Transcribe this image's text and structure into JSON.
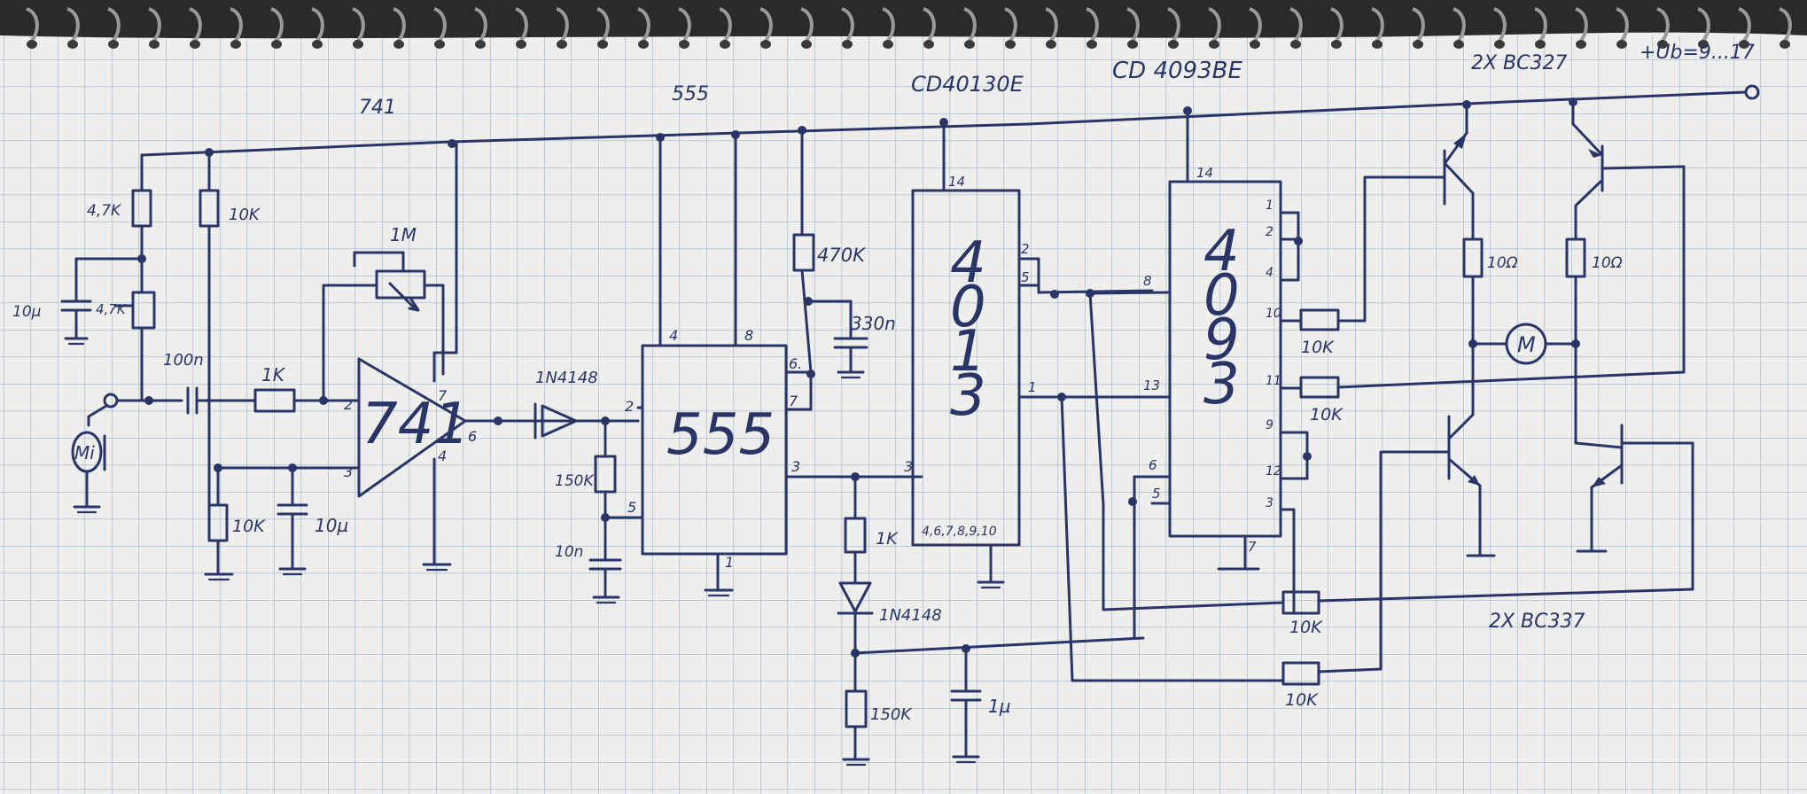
{
  "titles": {
    "op_amp_part": "741",
    "timer_part": "555",
    "flipflop_part": "CD40130E",
    "nand_part": "CD 4093BE",
    "pnp_part": "2X BC327",
    "npn_part": "2X BC337",
    "supply": "+Ub=9...17"
  },
  "op_amp": {
    "body": "741",
    "pin_inv": "2",
    "pin_noninv": "3",
    "pin_out": "6",
    "pin_vcc": "7",
    "pin_gnd": "4"
  },
  "timer": {
    "body": "555",
    "pin_trig": "2",
    "pin_ctrl": "5",
    "pin_rst": "4",
    "pin_vcc": "8",
    "pin_dis": "6.",
    "pin_thr": "7",
    "pin_out": "3",
    "pin_gnd": "1"
  },
  "flipflop": {
    "digits": [
      "4",
      "0",
      "1",
      "3"
    ],
    "pin_vdd": "14",
    "pin_a": "2",
    "pin_b": "5",
    "pin_c": "1",
    "pin_clk": "3",
    "pin_gnd": "4,6,7,8,9,10"
  },
  "nand": {
    "digits": [
      "4",
      "0",
      "9",
      "3"
    ],
    "pin_vdd": "14",
    "pins_right": [
      "1",
      "2",
      "4",
      "10",
      "11",
      "9",
      "12",
      "3"
    ],
    "pin_8": "8",
    "pin_13": "13",
    "pin_6": "6",
    "pin_5": "5",
    "pin_7": "7"
  },
  "components": {
    "r_4k7_top": "4,7K",
    "r_10k_top": "10K",
    "c_10u_left": "10µ",
    "r_4k7_pot": "4,7K",
    "c_100n": "100n",
    "r_1k_in": "1K",
    "pot_1m": "1M",
    "r_10k_bias": "10K",
    "c_10u_bias": "10µ",
    "d_1n4148_a": "1N4148",
    "r_150k_a": "150K",
    "c_10n": "10n",
    "r_470k": "470K",
    "c_330n": "330n",
    "r_1k_out": "1K",
    "d_1n4148_b": "1N4148",
    "r_150k_b": "150K",
    "c_1u": "1µ",
    "r_10k_g1": "10K",
    "r_10k_g2": "10K",
    "r_10k_b1": "10K",
    "r_10k_b2": "10K",
    "r_10r_a": "10Ω",
    "r_10r_b": "10Ω",
    "motor": "M",
    "mic": "Mi"
  },
  "colors": {
    "paper": "#eeeeec",
    "grid": "#9fb7cc",
    "ink": "#2a3567",
    "binding": "#1e1e1e"
  }
}
